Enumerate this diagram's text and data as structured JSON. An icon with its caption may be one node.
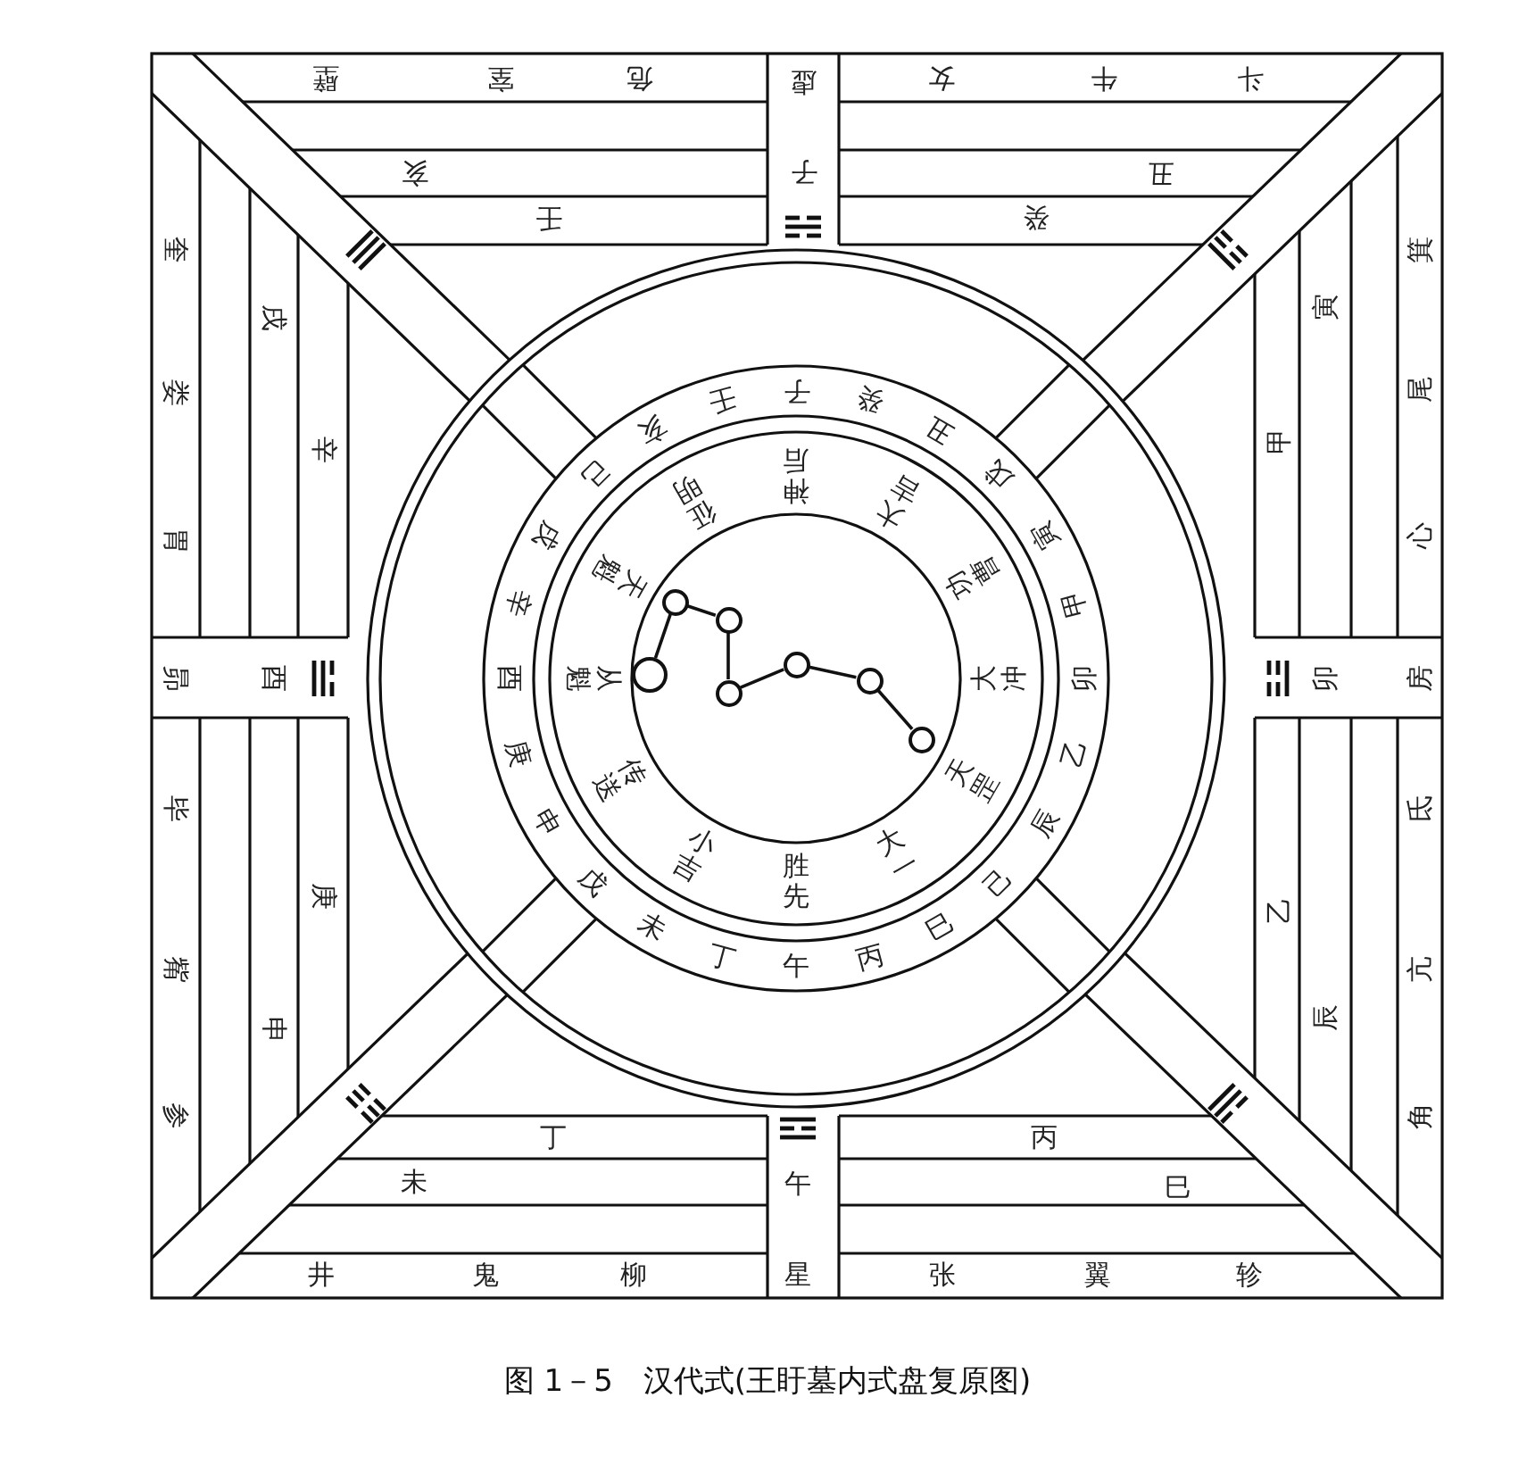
{
  "diagram": {
    "caption": "图 1－5　汉代式(王盱墓内式盘复原图)",
    "nodes": [
      {
        "text": [],
        "shape": "circle"
      },
      {
        "text": [],
        "shape": "circle"
      },
      {
        "text": [],
        "shape": "circle"
      },
      {
        "text": [],
        "shape": "circle"
      },
      {
        "text": [],
        "shape": "circle"
      },
      {
        "text": [],
        "shape": "circle"
      },
      {
        "text": [],
        "shape": "circle"
      }
    ],
    "edges": [
      {
        "from": 0,
        "to": 1,
        "arrow": "none"
      },
      {
        "from": 1,
        "to": 2,
        "arrow": "none"
      },
      {
        "from": 2,
        "to": 3,
        "arrow": "none"
      },
      {
        "from": 3,
        "to": 4,
        "arrow": "none"
      },
      {
        "from": 4,
        "to": 5,
        "arrow": "none"
      },
      {
        "from": 5,
        "to": 6,
        "arrow": "none"
      }
    ],
    "labels": [
      "壁",
      "室",
      "危",
      "虚",
      "女",
      "牛",
      "斗",
      "亥",
      "子",
      "丑",
      "壬",
      "癸",
      "奎",
      "戌",
      "娄",
      "辛",
      "胃",
      "昴",
      "酉",
      "毕",
      "庚",
      "觜",
      "申",
      "参",
      "箕",
      "寅",
      "尾",
      "甲",
      "心",
      "卯",
      "房",
      "氐",
      "乙",
      "亢",
      "辰",
      "角",
      "壬",
      "子",
      "癸",
      "亥",
      "丑",
      "己",
      "戊",
      "戌",
      "寅",
      "辛",
      "甲",
      "酉",
      "卯",
      "庚",
      "乙",
      "申",
      "辰",
      "戊",
      "己",
      "未",
      "巳",
      "丁",
      "午",
      "丙",
      "征明",
      "神后",
      "大吉",
      "天魁",
      "功曹",
      "从魁",
      "大冲",
      "传送",
      "天罡",
      "小吉",
      "胜先",
      "大一",
      "丁",
      "丙",
      "未",
      "午",
      "巳",
      "井",
      "鬼",
      "柳",
      "星",
      "张",
      "翼",
      "轸"
    ]
  }
}
